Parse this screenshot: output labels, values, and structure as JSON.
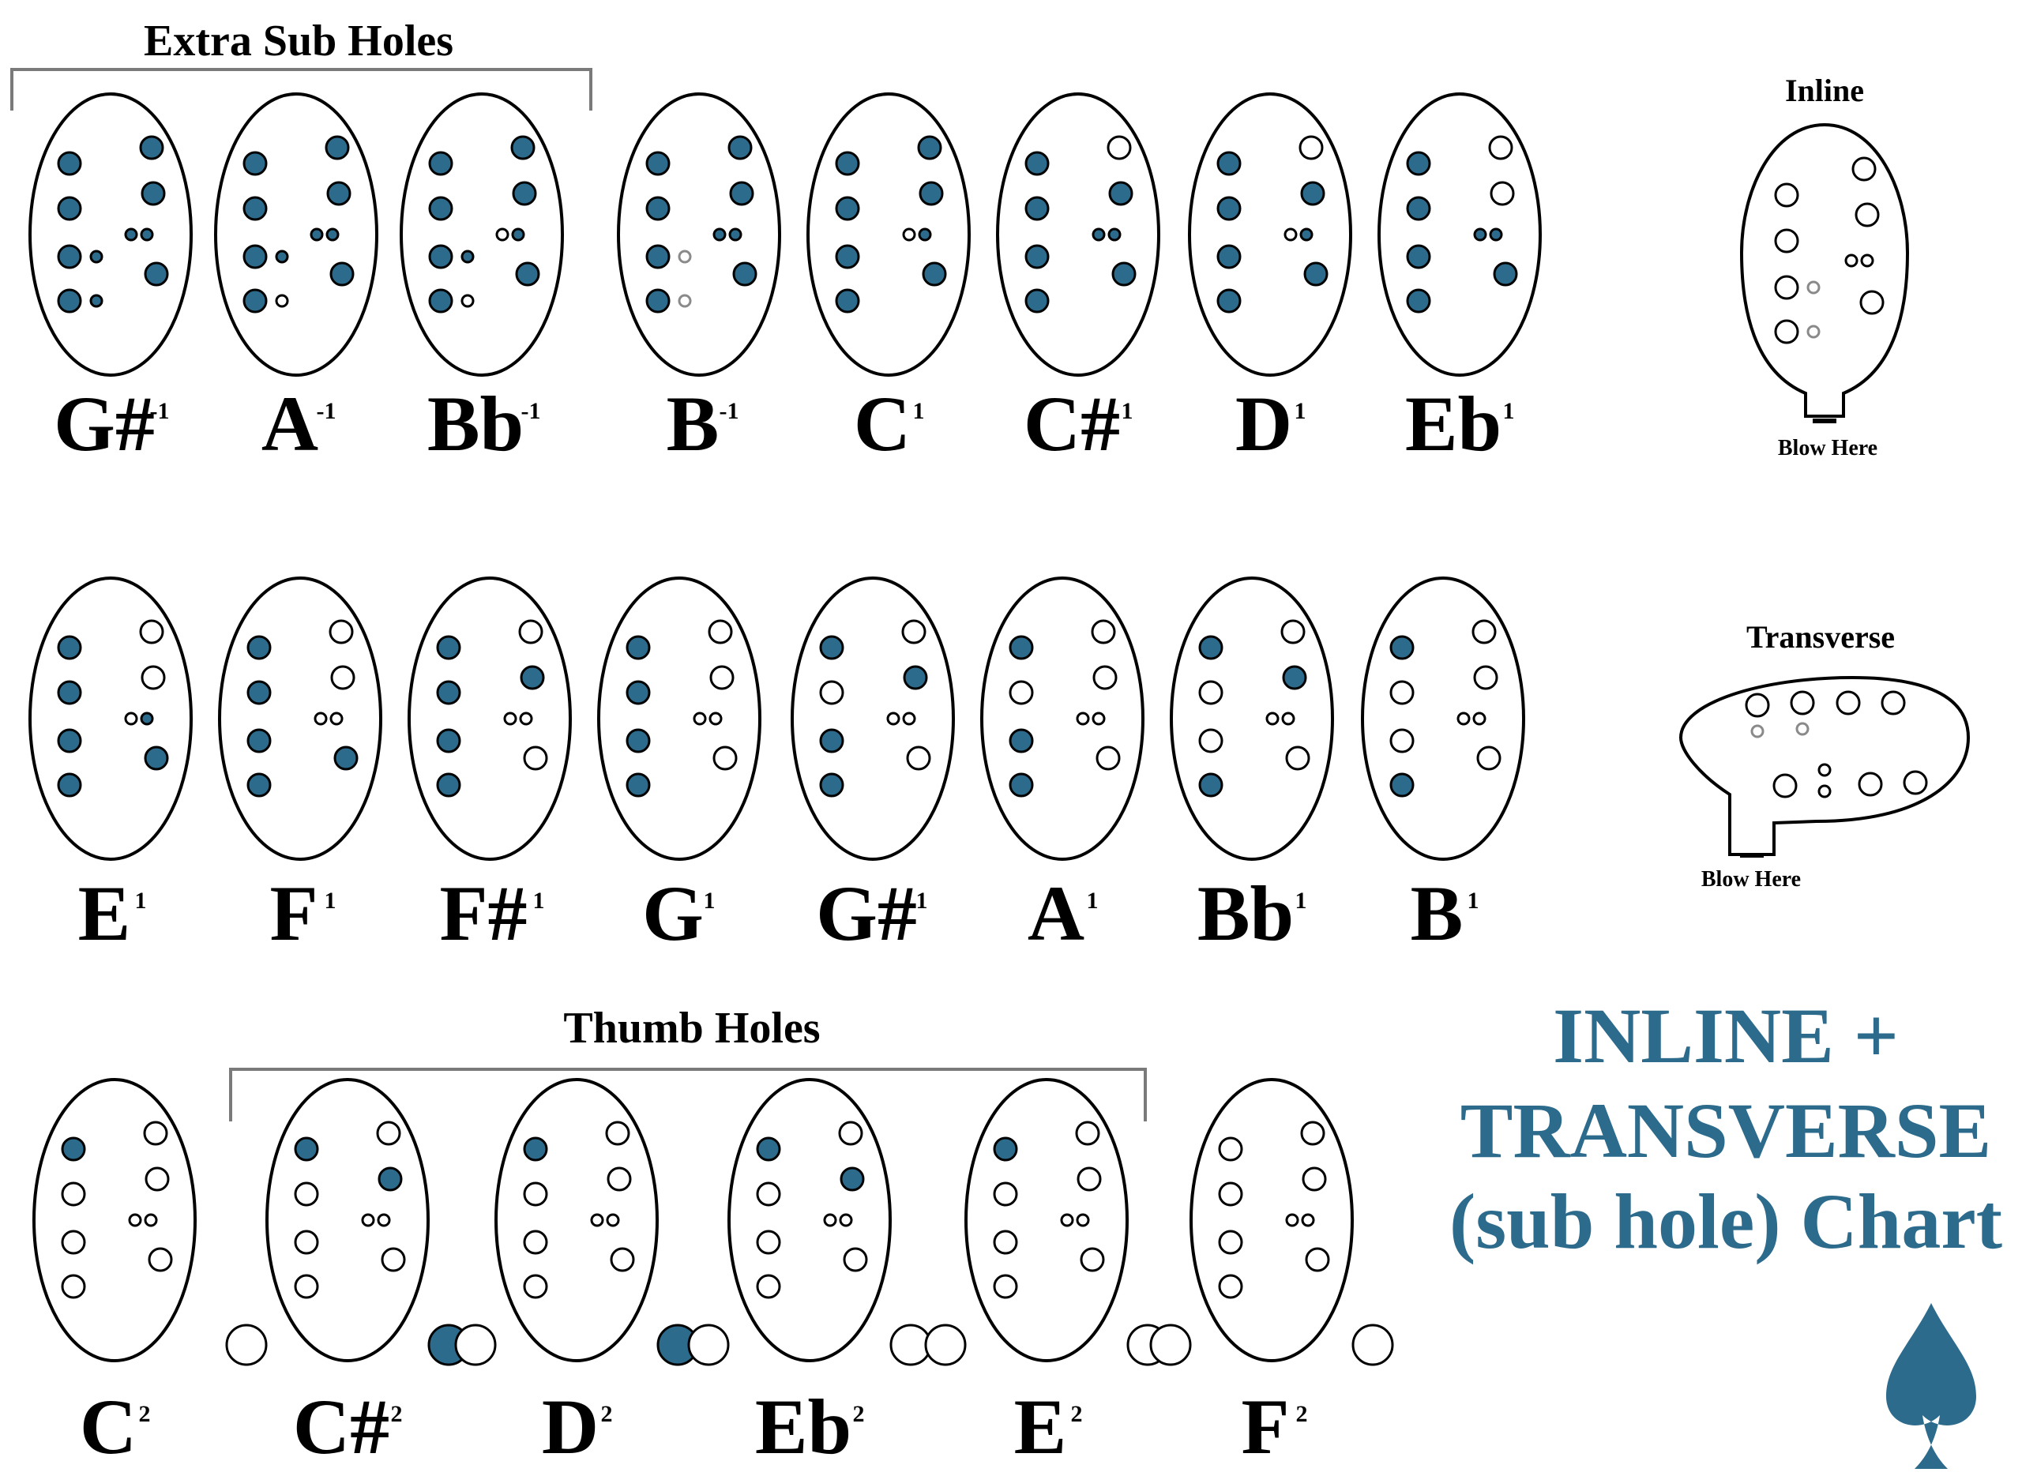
{
  "colors": {
    "filled": "#2d6b8c",
    "outline": "#000000",
    "gray_hole": "#8a8a8a",
    "title": "#2d6b8c",
    "bracket": "#7a7a7a"
  },
  "headings": {
    "extra_sub_holes": "Extra Sub Holes",
    "thumb_holes": "Thumb Holes"
  },
  "title": {
    "line1": "INLINE +",
    "line2": "TRANSVERSE",
    "line3": "(sub hole) Chart"
  },
  "logo_icon": "spade-icon",
  "diagrams": {
    "inline_title": "Inline",
    "transverse_title": "Transverse",
    "inline_blow_label": "Blow Here",
    "transverse_blow_label": "Blow Here"
  },
  "notes": [
    {
      "letter": "G#",
      "octave": "-1",
      "holes": [
        1,
        1,
        1,
        1,
        1,
        1,
        1,
        1,
        1,
        1,
        1,
        1
      ]
    },
    {
      "letter": "A",
      "octave": "-1",
      "holes": [
        1,
        1,
        1,
        1,
        1,
        1,
        1,
        1,
        1,
        1,
        1,
        0
      ]
    },
    {
      "letter": "Bb",
      "octave": "-1",
      "holes": [
        1,
        1,
        1,
        1,
        1,
        1,
        1,
        1,
        0,
        1,
        1,
        0
      ]
    },
    {
      "letter": "B",
      "octave": "-1",
      "holes": [
        1,
        1,
        1,
        1,
        1,
        1,
        1,
        1,
        1,
        1,
        2,
        2
      ]
    },
    {
      "letter": "C",
      "octave": "1",
      "holes": [
        1,
        1,
        1,
        1,
        1,
        1,
        1,
        1,
        0,
        1
      ]
    },
    {
      "letter": "C#",
      "octave": "1",
      "holes": [
        1,
        1,
        1,
        1,
        0,
        1,
        1,
        1,
        1,
        1
      ]
    },
    {
      "letter": "D",
      "octave": "1",
      "holes": [
        1,
        1,
        1,
        1,
        0,
        1,
        1,
        1,
        0,
        1
      ]
    },
    {
      "letter": "Eb",
      "octave": "1",
      "holes": [
        1,
        1,
        1,
        1,
        0,
        0,
        1,
        1,
        1,
        1
      ]
    },
    {
      "letter": "E",
      "octave": "1",
      "holes": [
        1,
        1,
        1,
        1,
        0,
        0,
        1,
        1,
        0,
        1
      ]
    },
    {
      "letter": "F",
      "octave": "1",
      "holes": [
        1,
        1,
        1,
        1,
        0,
        0,
        0,
        1,
        0,
        0
      ]
    },
    {
      "letter": "F#",
      "octave": "1",
      "holes": [
        1,
        1,
        1,
        1,
        0,
        1,
        0,
        0,
        0,
        0
      ]
    },
    {
      "letter": "G",
      "octave": "1",
      "holes": [
        1,
        1,
        1,
        1,
        0,
        0,
        0,
        0,
        0,
        0
      ]
    },
    {
      "letter": "G#",
      "octave": "1",
      "holes": [
        1,
        0,
        1,
        1,
        0,
        1,
        0,
        0,
        0,
        0
      ]
    },
    {
      "letter": "A",
      "octave": "1",
      "holes": [
        1,
        0,
        1,
        1,
        0,
        0,
        0,
        0,
        0,
        0
      ]
    },
    {
      "letter": "Bb",
      "octave": "1",
      "holes": [
        1,
        0,
        0,
        1,
        0,
        1,
        0,
        0,
        0,
        0
      ]
    },
    {
      "letter": "B",
      "octave": "1",
      "holes": [
        1,
        0,
        0,
        1,
        0,
        0,
        0,
        0,
        0,
        0
      ]
    },
    {
      "letter": "C",
      "octave": "2",
      "holes": [
        1,
        0,
        0,
        0,
        0,
        0,
        0,
        0,
        0,
        0
      ]
    },
    {
      "letter": "C#",
      "octave": "2",
      "holes": [
        1,
        0,
        0,
        0,
        0,
        1,
        0,
        0,
        0,
        0
      ],
      "thumbs": [
        0,
        1
      ]
    },
    {
      "letter": "D",
      "octave": "2",
      "holes": [
        1,
        0,
        0,
        0,
        0,
        0,
        0,
        0,
        0,
        0
      ],
      "thumbs": [
        0,
        1
      ]
    },
    {
      "letter": "Eb",
      "octave": "2",
      "holes": [
        1,
        0,
        0,
        0,
        0,
        1,
        0,
        0,
        0,
        0
      ],
      "thumbs": [
        0,
        0
      ]
    },
    {
      "letter": "E",
      "octave": "2",
      "holes": [
        1,
        0,
        0,
        0,
        0,
        0,
        0,
        0,
        0,
        0
      ],
      "thumbs": [
        0,
        0
      ]
    },
    {
      "letter": "F",
      "octave": "2",
      "holes": [
        0,
        0,
        0,
        0,
        0,
        0,
        0,
        0,
        0,
        0
      ],
      "thumbs": [
        0,
        0
      ]
    }
  ]
}
